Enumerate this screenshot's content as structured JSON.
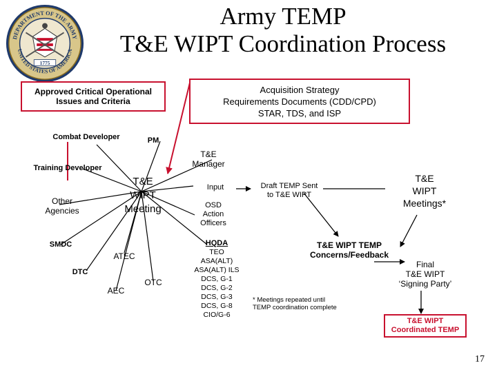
{
  "title": {
    "line1": "Army TEMP",
    "line2": "T&E WIPT Coordination Process"
  },
  "seal": {
    "icon": "army-seal-icon",
    "top_text": "DEPARTMENT OF THE ARMY",
    "bottom_text": "UNITED STATES OF AMERICA",
    "year": "1775"
  },
  "boxes": {
    "coic": "Approved Critical Operational\nIssues and Criteria",
    "acquisition": "Acquisition Strategy\nRequirements Documents (CDD/CPD)\nSTAR, TDS, and ISP",
    "coordinated": "T&E WIPT\nCoordinated TEMP"
  },
  "ovals": {
    "combat_developer": "Combat Developer",
    "pm": "PM",
    "training_developer": "Training Developer",
    "wipt_meeting": "T&E\nWIPT\nMeeting",
    "other_agencies": "Other\nAgencies",
    "smdc": "SMDC",
    "atec": "ATEC",
    "dtc": "DTC",
    "aec": "AEC",
    "otc": "OTC",
    "te_manager": "T&E\nManager",
    "input": "Input",
    "osd": "OSD\nAction\nOfficers",
    "draft_temp": "Draft TEMP Sent\nto T&E WIPT",
    "wipt_meetings": "T&E\nWIPT\nMeetings*",
    "concerns": "T&E WIPT TEMP\nConcerns/Feedback",
    "final": "Final\nT&E WIPT\n‘Signing Party’"
  },
  "hqda": {
    "heading": "HQDA",
    "items": [
      "TEO",
      "ASA(ALT)",
      "ASA(ALT) ILS",
      "DCS, G-1",
      "DCS, G-2",
      "DCS, G-3",
      "DCS, G-8",
      "CIO/G-6"
    ]
  },
  "footnote": "* Meetings repeated until\nTEMP coordination complete",
  "page_number": "17",
  "colors": {
    "accent_red": "#c8102e",
    "text": "#000000",
    "background": "#ffffff"
  }
}
